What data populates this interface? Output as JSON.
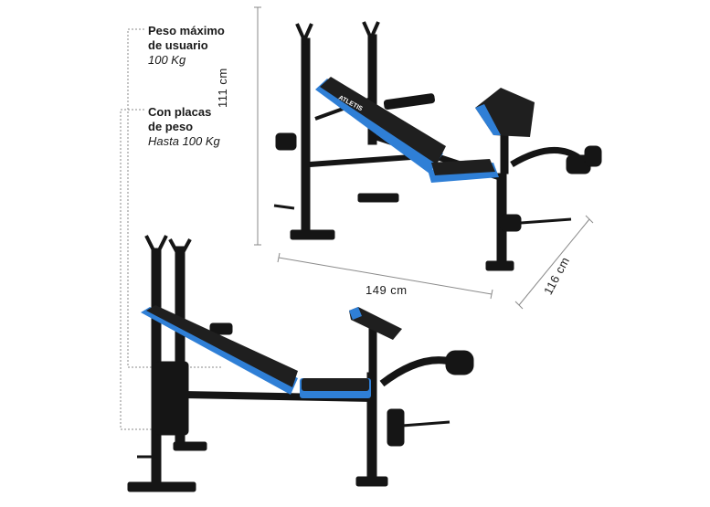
{
  "specs": {
    "max_weight": {
      "line1": "Peso máximo",
      "line2": "de usuario",
      "value": "100 Kg"
    },
    "plates": {
      "line1": "Con placas",
      "line2": "de peso",
      "value": "Hasta 100 Kg"
    }
  },
  "dimensions": {
    "height": "111 cm",
    "length": "149 cm",
    "width": "116 cm"
  },
  "brand": {
    "logo_text": "ATLETIS"
  },
  "colors": {
    "accent_blue": "#2f7fd6",
    "frame_black": "#151515",
    "pad_black": "#1f1f1f",
    "dim_line": "#8a8a8a"
  }
}
